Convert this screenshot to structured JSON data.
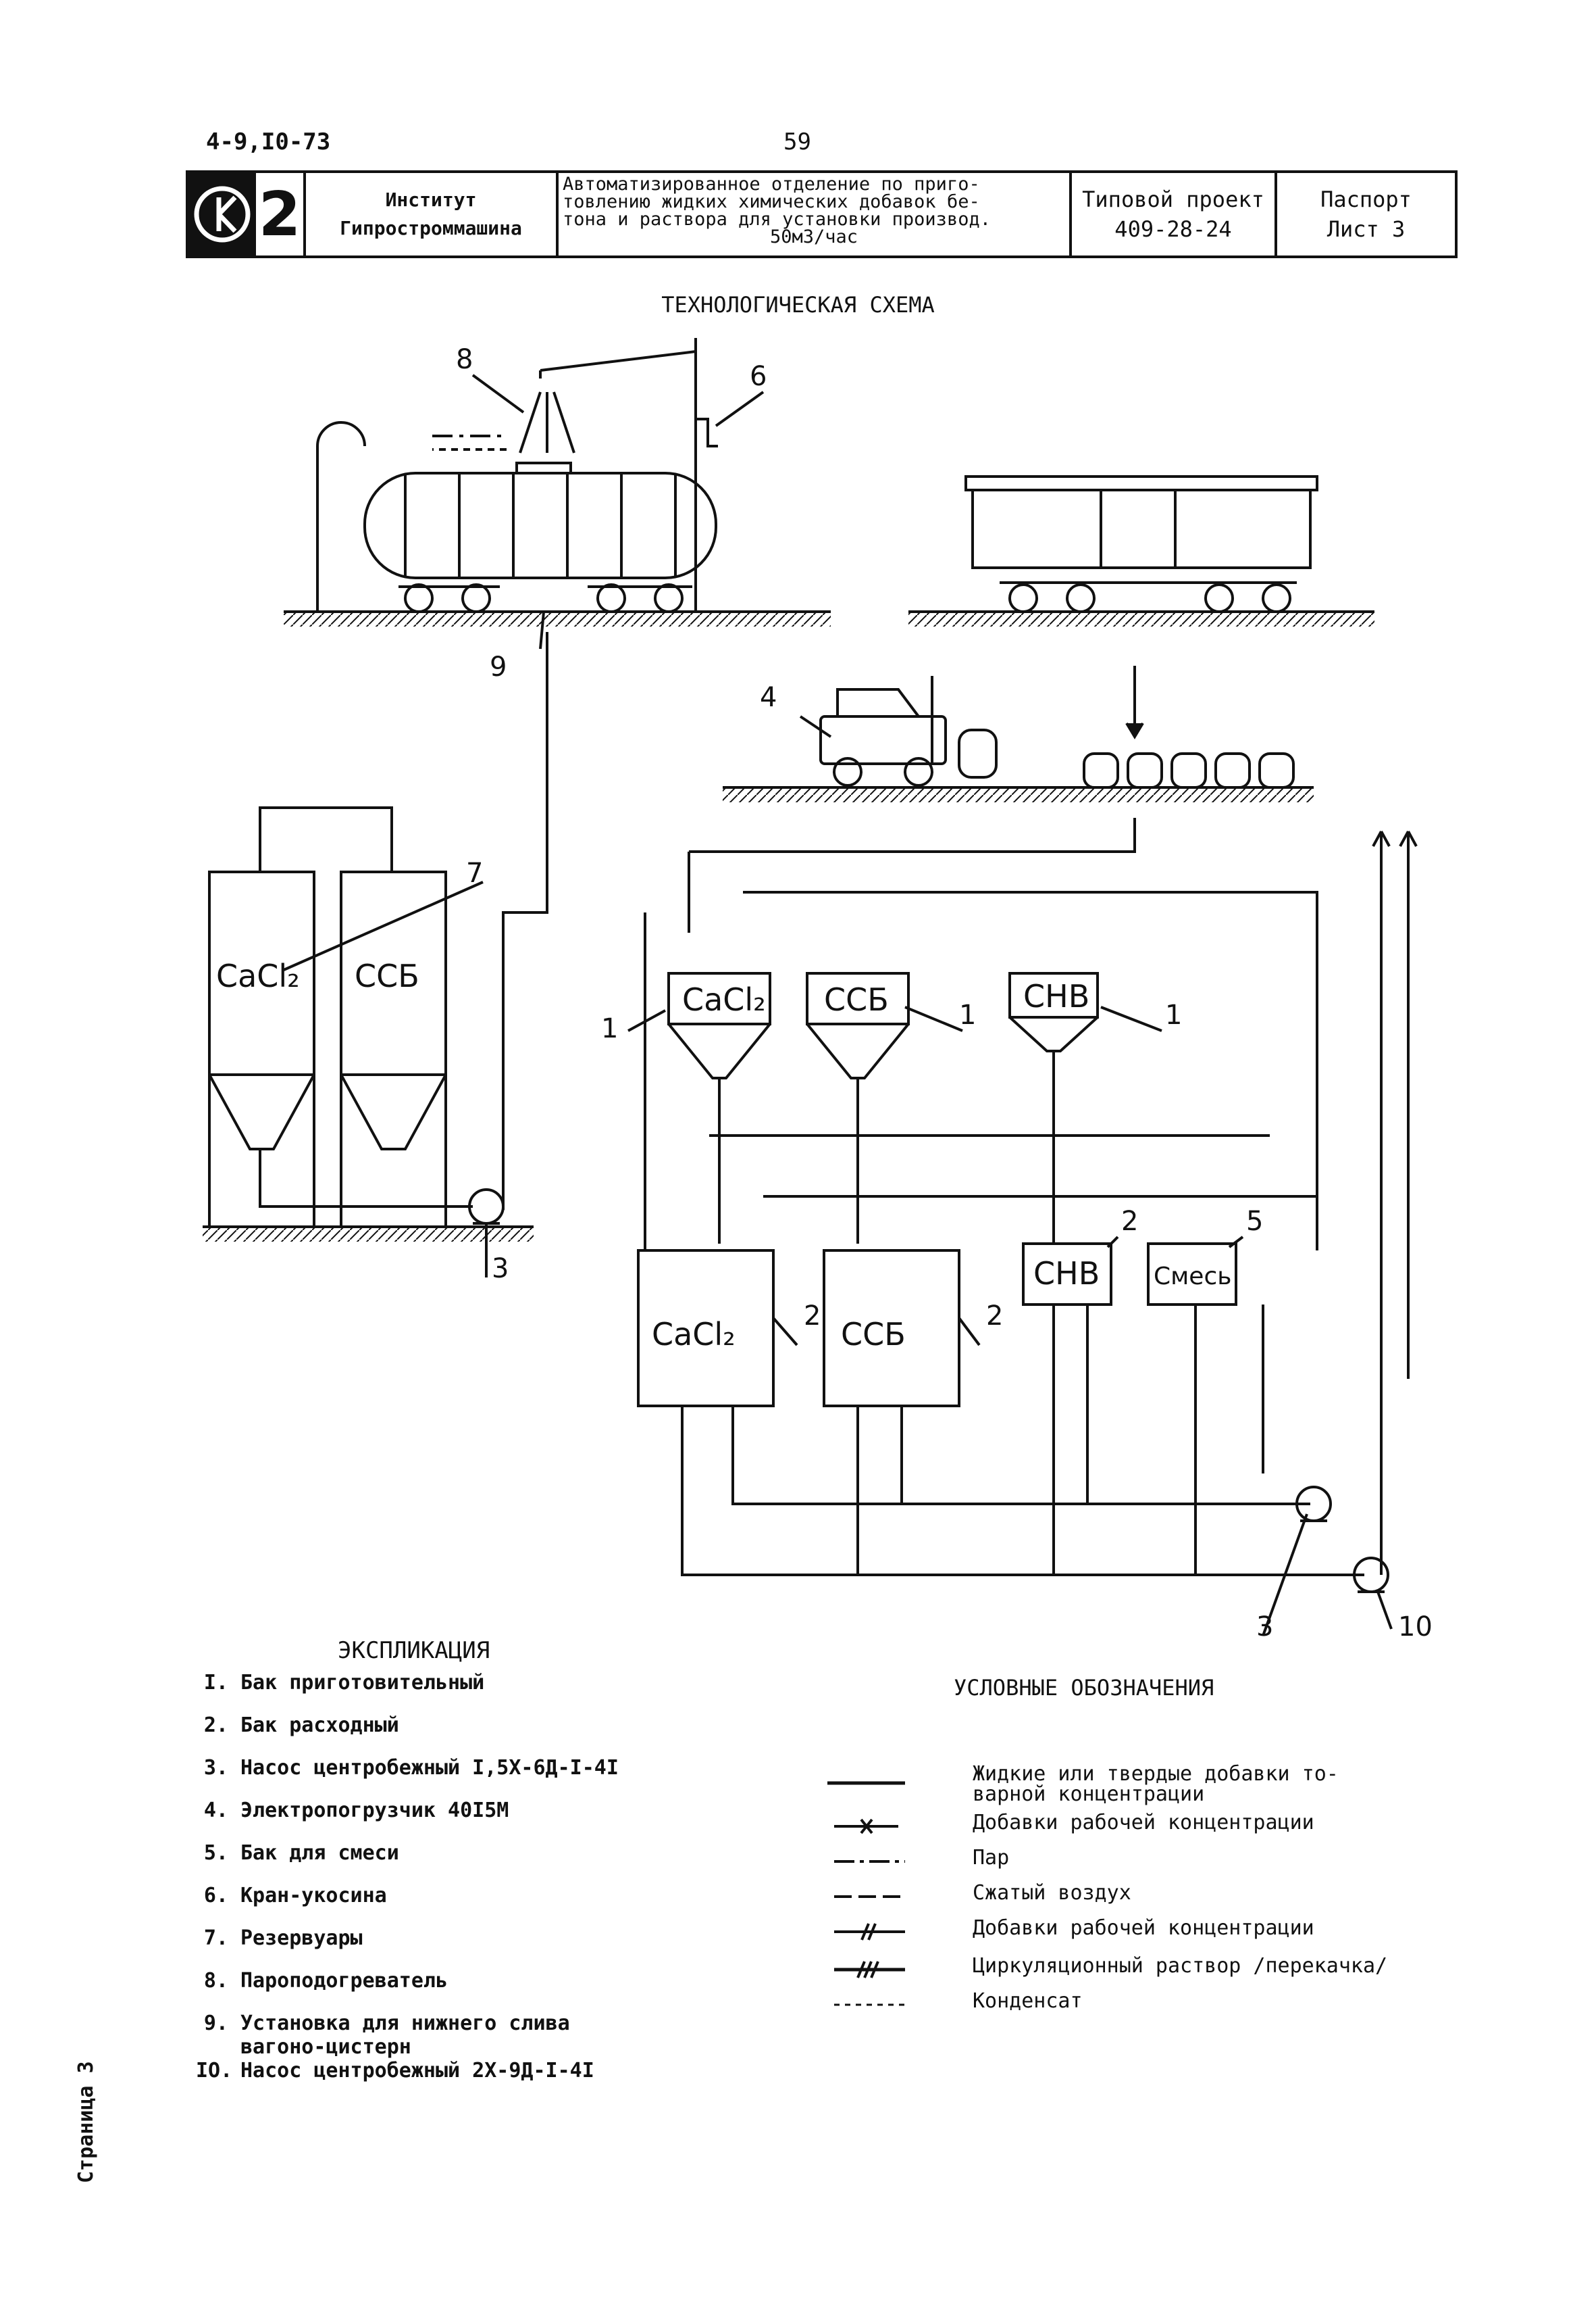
{
  "header": {
    "doc_code": "4-9,I0-73",
    "page_number": "59",
    "logo_mark": "СК",
    "logo_number": "2",
    "institute_line1": "Институт",
    "institute_line2": "Гипростроммашина",
    "title_line1": "Автоматизированное отделение по приго-",
    "title_line2": "товлению жидких химических добавок бе-",
    "title_line3": "тона и раствора для установки производ.",
    "title_line4": "50м3/час",
    "project_label": "Типовой проект",
    "project_number": "409-28-24",
    "sheet_label": "Паспорт",
    "sheet_number": "Лист 3"
  },
  "scheme": {
    "title": "ТЕХНОЛОГИЧЕСКАЯ СХЕМА",
    "callouts": [
      "8",
      "6",
      "9",
      "4",
      "7",
      "1",
      "1",
      "1",
      "3",
      "2",
      "2",
      "2",
      "5",
      "3",
      "10"
    ],
    "tank_labels": {
      "silo_left": "CaCl₂",
      "silo_right": "ССБ",
      "prep_1": "CaCl₂",
      "prep_2": "ССБ",
      "prep_3": "СНВ",
      "supply_1": "CaCl₂",
      "supply_2": "ССБ",
      "supply_3": "СНВ",
      "mix": "Смесь"
    }
  },
  "explication": {
    "title": "ЭКСПЛИКАЦИЯ",
    "items": [
      {
        "n": "I.",
        "text": "Бак приготовительный"
      },
      {
        "n": "2.",
        "text": "Бак расходный"
      },
      {
        "n": "3.",
        "text": "Насос центробежный I,5Х-6Д-I-4I"
      },
      {
        "n": "4.",
        "text": "Электропогрузчик 40I5М"
      },
      {
        "n": "5.",
        "text": "Бак для смеси"
      },
      {
        "n": "6.",
        "text": "Кран-укосина"
      },
      {
        "n": "7.",
        "text": "Резервуары"
      },
      {
        "n": "8.",
        "text": "Пароподогреватель"
      },
      {
        "n": "9.",
        "text": "Установка для нижнего слива"
      },
      {
        "n": "IO.",
        "text": "Насос центробежный 2Х-9Д-I-4I"
      }
    ],
    "item9_line2": "вагоно-цистерн"
  },
  "legend": {
    "title": "УСЛОВНЫЕ ОБОЗНАЧЕНИЯ",
    "items": [
      {
        "line1": "Жидкие или твердые добавки то-",
        "line2": "варной концентрации"
      },
      {
        "line1": "Добавки рабочей концентрации"
      },
      {
        "line1": "Пар"
      },
      {
        "line1": "Сжатый воздух"
      },
      {
        "line1": "Добавки рабочей концентрации"
      },
      {
        "line1": "Циркуляционный раствор /перекачка/"
      },
      {
        "line1": "Конденсат"
      }
    ]
  },
  "footer": {
    "side_label": "Страница 3"
  }
}
